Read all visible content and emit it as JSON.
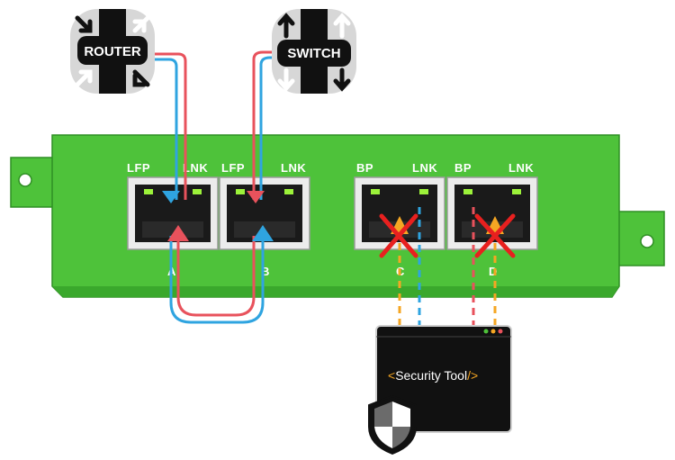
{
  "badges": {
    "router": "ROUTER",
    "switch": "SWITCH"
  },
  "ports": [
    {
      "id": "A",
      "left_label": "LFP",
      "right_label": "LNK",
      "letter": "A"
    },
    {
      "id": "B",
      "left_label": "LFP",
      "right_label": "LNK",
      "letter": "B"
    },
    {
      "id": "C",
      "left_label": "BP",
      "right_label": "LNK",
      "letter": "C"
    },
    {
      "id": "D",
      "left_label": "BP",
      "right_label": "LNK",
      "letter": "D"
    }
  ],
  "security_tool": {
    "open_bracket": "<",
    "name": "Security Tool",
    "close_bracket": "/>"
  },
  "colors": {
    "board_green": "#4ec23a",
    "board_shadow": "#2f8f24",
    "link_red": "#e8525c",
    "link_blue": "#2fa4e0",
    "monitor_orange": "#f5a623",
    "fault_red": "#e8201f",
    "badge_gray": "#d7d7d7",
    "badge_black": "#111111",
    "led_green": "#9cf23a",
    "tool_dark": "#111111"
  },
  "icons": [
    "router-icon",
    "switch-icon",
    "shield-icon",
    "cross-icon",
    "warning-icon"
  ]
}
